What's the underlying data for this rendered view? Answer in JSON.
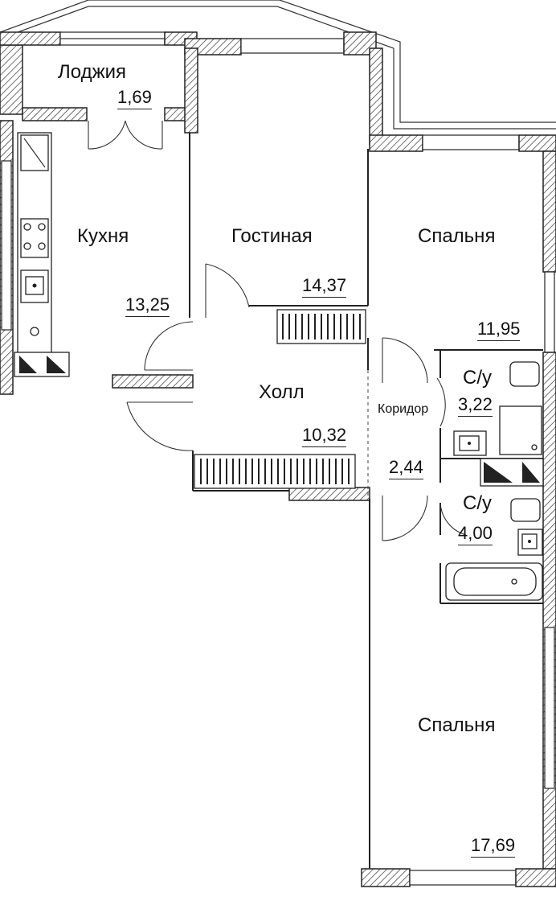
{
  "rooms": {
    "loggia": {
      "name": "Лоджия",
      "area": "1,69"
    },
    "kitchen": {
      "name": "Кухня",
      "area": "13,25"
    },
    "living": {
      "name": "Гостиная",
      "area": "14,37"
    },
    "bedroom1": {
      "name": "Спальня",
      "area": "11,95"
    },
    "hall": {
      "name": "Холл",
      "area": "10,32"
    },
    "corridor": {
      "name": "Коридор",
      "area": "2,44"
    },
    "bath1": {
      "name": "С/у",
      "area": "3,22"
    },
    "bath2": {
      "name": "С/у",
      "area": "4,00"
    },
    "bedroom2": {
      "name": "Спальня",
      "area": "17,69"
    }
  }
}
